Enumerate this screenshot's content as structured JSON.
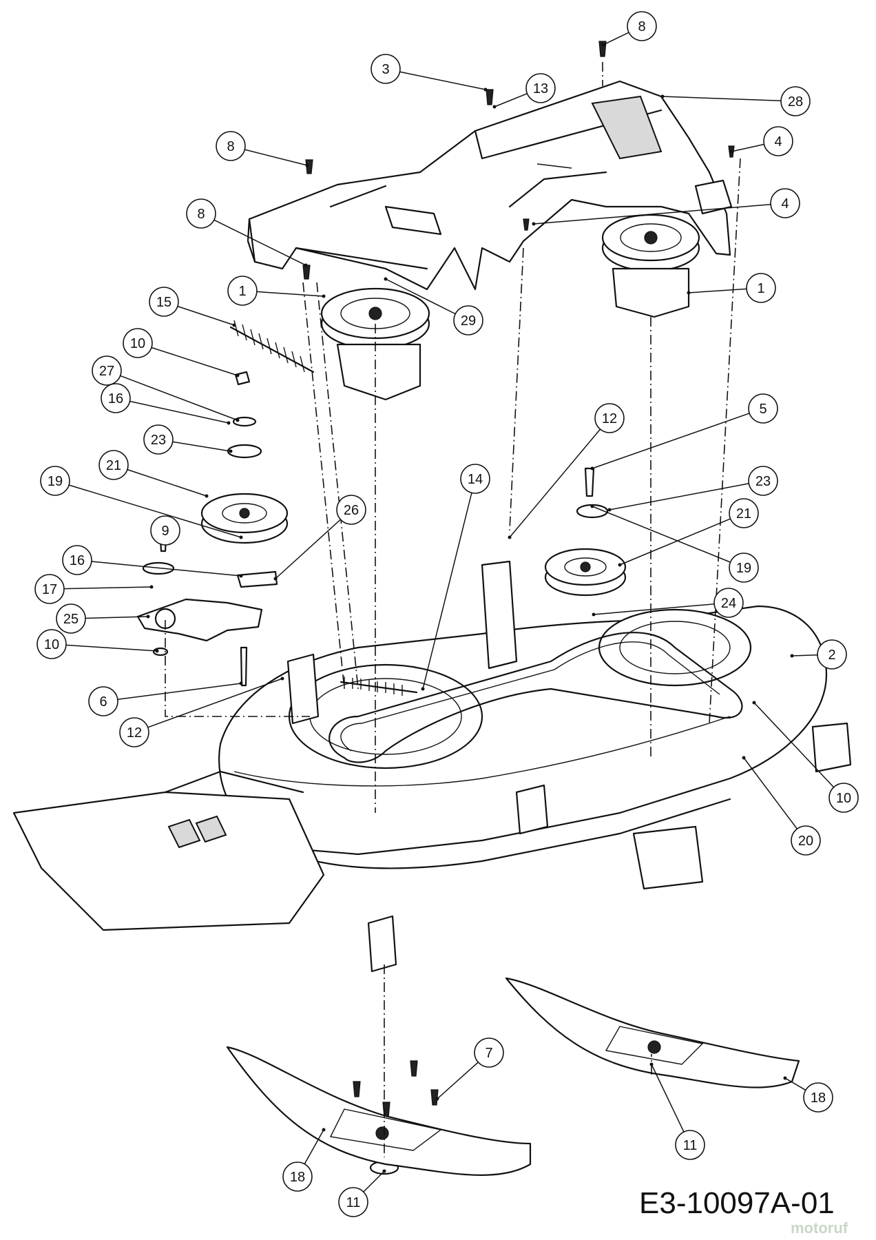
{
  "drawing_code": "E3-10097A-01",
  "watermark": "motoruf",
  "callouts": [
    {
      "label": "1"
    },
    {
      "label": "1"
    },
    {
      "label": "2"
    },
    {
      "label": "3"
    },
    {
      "label": "4"
    },
    {
      "label": "4"
    },
    {
      "label": "5"
    },
    {
      "label": "6"
    },
    {
      "label": "7"
    },
    {
      "label": "8"
    },
    {
      "label": "8"
    },
    {
      "label": "8"
    },
    {
      "label": "9"
    },
    {
      "label": "10"
    },
    {
      "label": "10"
    },
    {
      "label": "10"
    },
    {
      "label": "11"
    },
    {
      "label": "11"
    },
    {
      "label": "12"
    },
    {
      "label": "12"
    },
    {
      "label": "13"
    },
    {
      "label": "14"
    },
    {
      "label": "15"
    },
    {
      "label": "16"
    },
    {
      "label": "16"
    },
    {
      "label": "17"
    },
    {
      "label": "18"
    },
    {
      "label": "18"
    },
    {
      "label": "19"
    },
    {
      "label": "19"
    },
    {
      "label": "20"
    },
    {
      "label": "21"
    },
    {
      "label": "21"
    },
    {
      "label": "23"
    },
    {
      "label": "23"
    },
    {
      "label": "24"
    },
    {
      "label": "25"
    },
    {
      "label": "26"
    },
    {
      "label": "27"
    },
    {
      "label": "28"
    },
    {
      "label": "29"
    }
  ]
}
